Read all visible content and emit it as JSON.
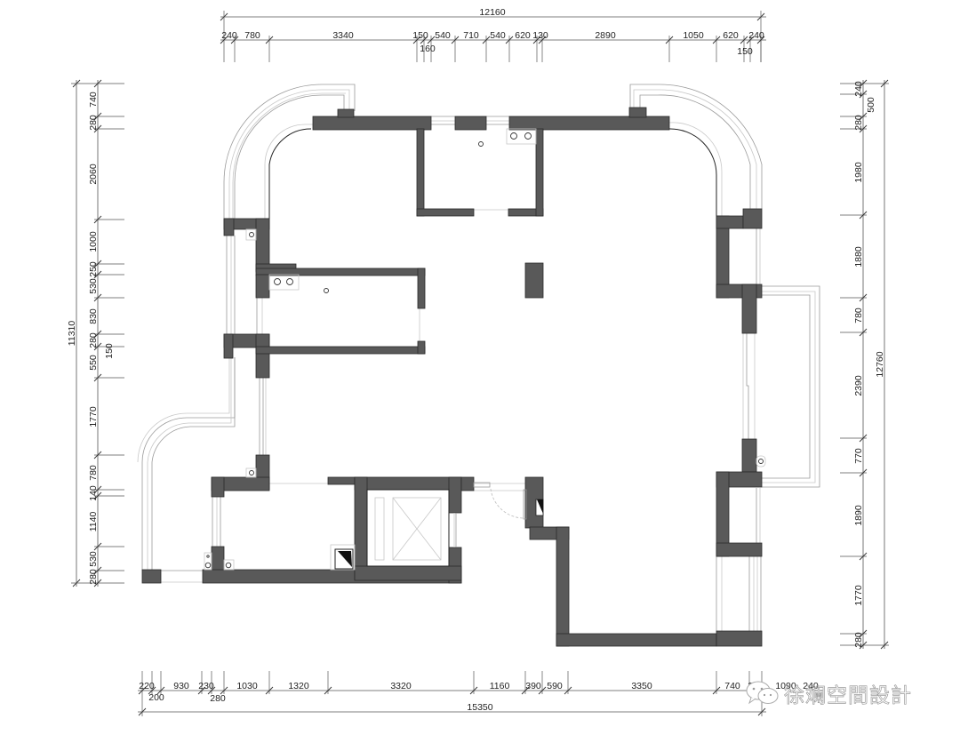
{
  "drawing": {
    "type": "architectural floor plan",
    "units": "mm",
    "wall_color": "#595959",
    "line_color": "#9a9a9a"
  },
  "dimensions": {
    "top_total": "12160",
    "top_segments": [
      "240",
      "780",
      "3340",
      "150",
      "160",
      "540",
      "710",
      "540",
      "620",
      "130",
      "2890",
      "1050",
      "620",
      "150",
      "240"
    ],
    "bottom_total": "15350",
    "bottom_segments": [
      "220",
      "200",
      "930",
      "230",
      "280",
      "1030",
      "1320",
      "3320",
      "1160",
      "390",
      "590",
      "3350",
      "740",
      "280",
      "1090",
      "240"
    ],
    "left_total": "11310",
    "left_segments": [
      "740",
      "280",
      "2060",
      "1000",
      "250",
      "530",
      "830",
      "150",
      "280",
      "550",
      "1770",
      "780",
      "140",
      "1140",
      "530",
      "280"
    ],
    "right_total": "12760",
    "right_segments": [
      "240",
      "500",
      "280",
      "1980",
      "1880",
      "780",
      "2390",
      "770",
      "1890",
      "1770",
      "280"
    ]
  },
  "watermark": {
    "text": "徐斓空間設計",
    "icon": "wechat-icon"
  }
}
